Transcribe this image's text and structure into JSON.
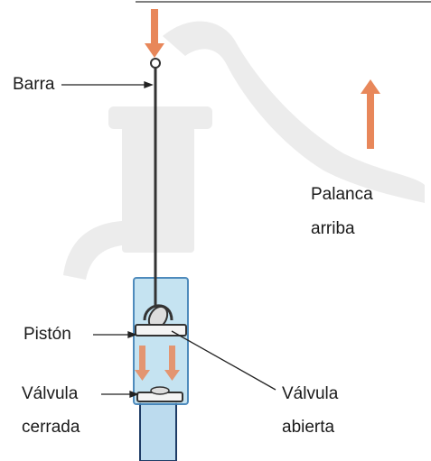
{
  "labels": {
    "barra": "Barra",
    "palanca_line1": "Palanca",
    "palanca_line2": "arriba",
    "piston": "Pistón",
    "valvula_cerrada_line1": "Válvula",
    "valvula_cerrada_line2": "cerrada",
    "valvula_abierta_line1": "Válvula",
    "valvula_abierta_line2": "abierta"
  },
  "colors": {
    "arrow": "#e8875a",
    "cylinder": "#bfe0f0",
    "pump_ghost": "#ececec",
    "line": "#222222"
  }
}
